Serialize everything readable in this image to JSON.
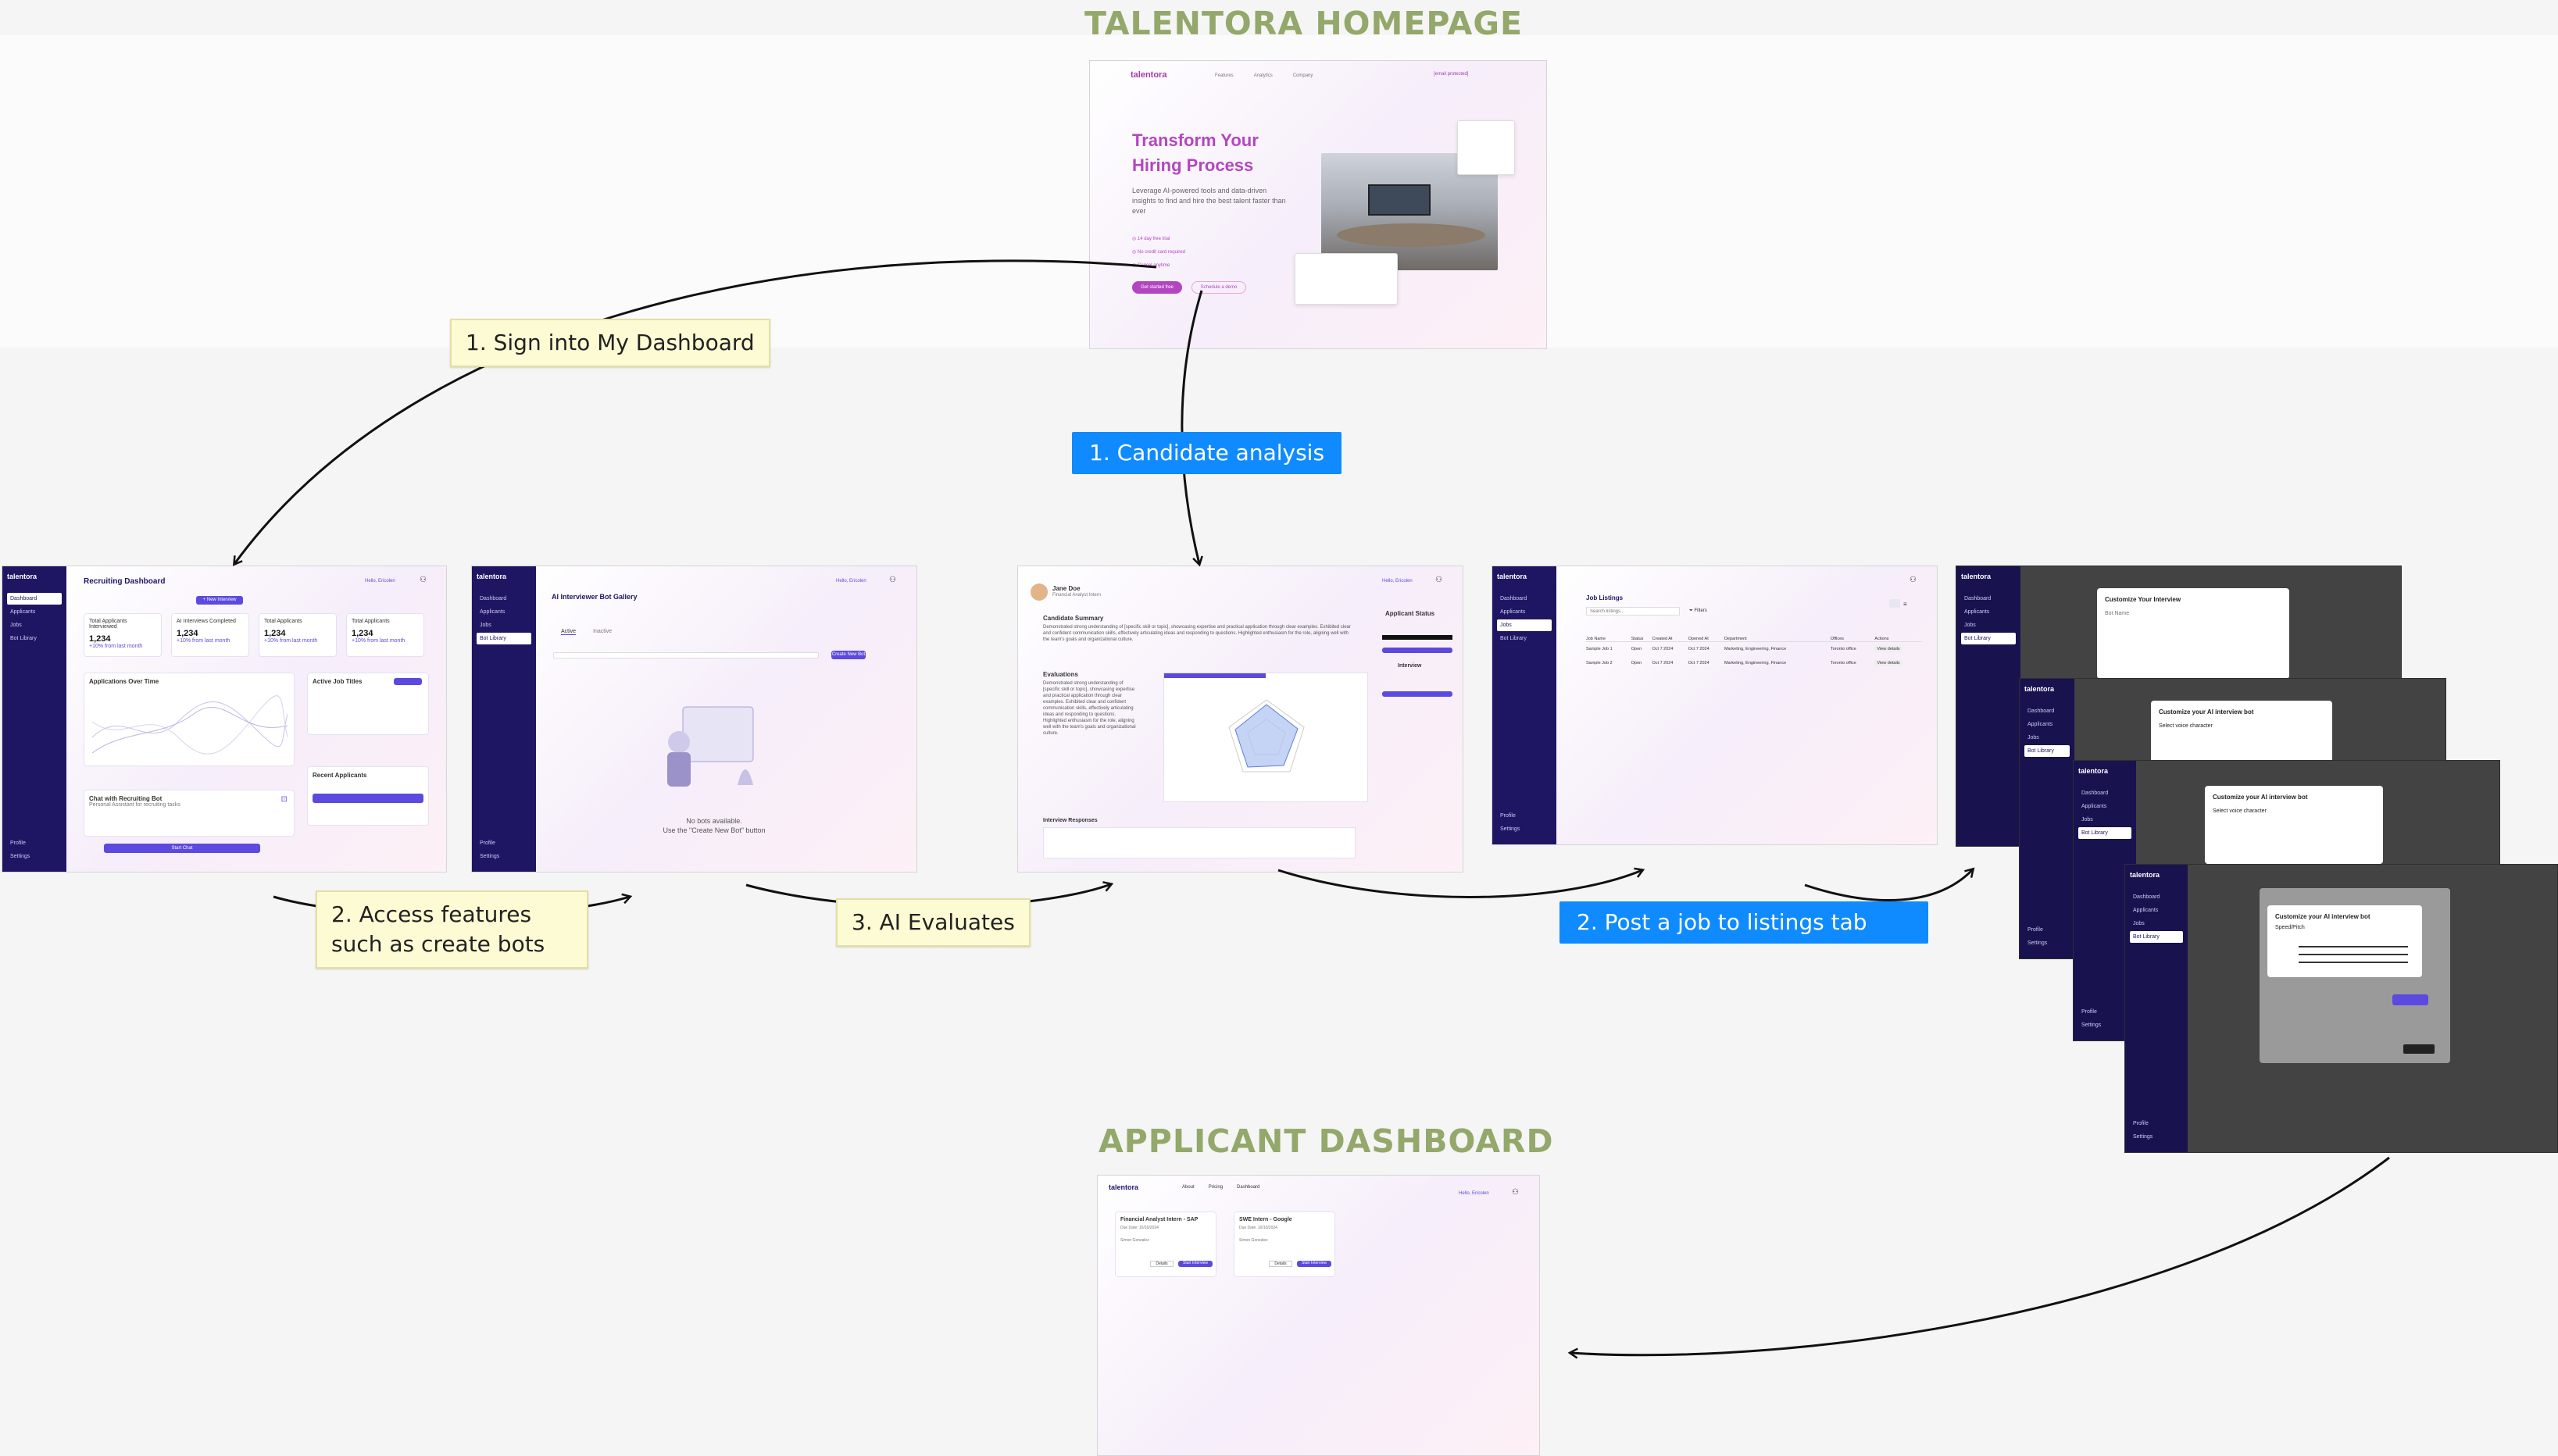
{
  "sections": {
    "homepage_title": "TALENTORA HOMEPAGE",
    "applicant_title": "APPLICANT DASHBOARD"
  },
  "notes": {
    "sign_in": "1. Sign into My Dashboard",
    "candidate_analysis": "1. Candidate analysis",
    "access_features": "2. Access features such as create bots",
    "ai_evaluates": "3. AI Evaluates",
    "post_job": "2. Post a job to listings tab"
  },
  "homepage": {
    "logo": "talentora",
    "nav": [
      "Features",
      "Analytics",
      "Company"
    ],
    "email": "[email protected]",
    "headline_1": "Transform Your",
    "headline_2": "Hiring Process",
    "body": "Leverage AI-powered tools and data-driven insights to find and hire the best talent faster than ever",
    "checks": [
      "14 day free trial",
      "No credit card required",
      "Cancel anytime"
    ],
    "cta_primary": "Get started free",
    "cta_secondary": "Schedule a demo"
  },
  "sidebar": {
    "logo": "talentora",
    "items": [
      "Dashboard",
      "Applicants",
      "Jobs",
      "Bot Library"
    ],
    "bottom": [
      "Profile",
      "Settings"
    ]
  },
  "recruiting": {
    "title": "Recruiting Dashboard",
    "greeting": "Hello, Ericolen",
    "create_btn": "+ New Interview",
    "stats": [
      {
        "label": "Total Applicants Interviewed",
        "value": "1,234",
        "delta": "+10% from last month"
      },
      {
        "label": "AI Interviews Completed",
        "value": "1,234",
        "delta": "+10% from last month"
      },
      {
        "label": "Total Applicants",
        "value": "1,234",
        "delta": "+10% from last month"
      },
      {
        "label": "Total Applicants",
        "value": "1,234",
        "delta": "+10% from last month"
      }
    ],
    "chart_title": "Applications Over Time",
    "jobs_title": "Active Job Titles",
    "recent_title": "Recent Applicants",
    "chat_title": "Chat with Recruiting Bot",
    "chat_sub": "Personal Assistant for recruiting tasks",
    "chat_btn": "Start Chat"
  },
  "botgallery": {
    "title": "AI Interviewer Bot Gallery",
    "greeting": "Hello, Ericolen",
    "tabs": [
      "Active",
      "Inactive"
    ],
    "create_btn": "Create New Bot",
    "empty_1": "No bots available.",
    "empty_2": "Use the \"Create New Bot\" button"
  },
  "candidate": {
    "name": "Jane Doe",
    "role": "Financial Analyst Intern",
    "greeting": "Hello, Ericolen",
    "summary_title": "Candidate Summary",
    "summary": "Demonstrated strong understanding of [specific skill or topic], showcasing expertise and practical application through clear examples. Exhibited clear and confident communication skills, effectively articulating ideas and responding to questions. Highlighted enthusiasm for the role, aligning well with the team's goals and organizational culture.",
    "evals_title": "Evaluations",
    "status_title": "Applicant Status",
    "interview_title": "Interview",
    "responses_title": "Interview Responses"
  },
  "listings": {
    "title": "Job Listings",
    "search_placeholder": "Search listings...",
    "filter": "Filters",
    "headers": [
      "Job Name",
      "Status",
      "Created At",
      "Opened At",
      "Department",
      "Offices",
      "Actions"
    ],
    "rows": [
      [
        "Sample Job 1",
        "Open",
        "Oct 7 2024",
        "Oct 7 2024",
        "Marketing, Engineering, Finance",
        "Toronto office",
        "View details"
      ],
      [
        "Sample Job 2",
        "Open",
        "Oct 7 2024",
        "Oct 7 2024",
        "Marketing, Engineering, Finance",
        "Toronto office",
        "View details"
      ]
    ]
  },
  "modals": [
    {
      "title": "Customize Your Interview",
      "line": "Bot Name"
    },
    {
      "title": "Customize your AI interview bot",
      "line": "Select voice character"
    },
    {
      "title": "Customize your AI interview bot",
      "line": "Select voice character"
    },
    {
      "title": "Customize your AI interview bot",
      "line": "Speed/Pitch"
    }
  ],
  "applicant": {
    "logo": "talentora",
    "nav": [
      "About",
      "Pricing",
      "Dashboard"
    ],
    "greeting": "Hello, Ericolen",
    "jobs": [
      {
        "title": "Financial Analyst Intern - SAP",
        "date": "Due Date: 10/10/2024",
        "by": "Simon Gonzalez",
        "btn1": "Details",
        "btn2": "Start Interview"
      },
      {
        "title": "SWE Intern - Google",
        "date": "Due Date: 10/10/2024",
        "by": "Simon Gonzalez",
        "btn1": "Details",
        "btn2": "Start Interview"
      }
    ]
  },
  "colors": {
    "accent": "#5b49e0",
    "sidebar": "#1f1663",
    "title_green": "#93a86a",
    "note_yellow": "#fdfbd3",
    "note_blue": "#0f8bff"
  }
}
